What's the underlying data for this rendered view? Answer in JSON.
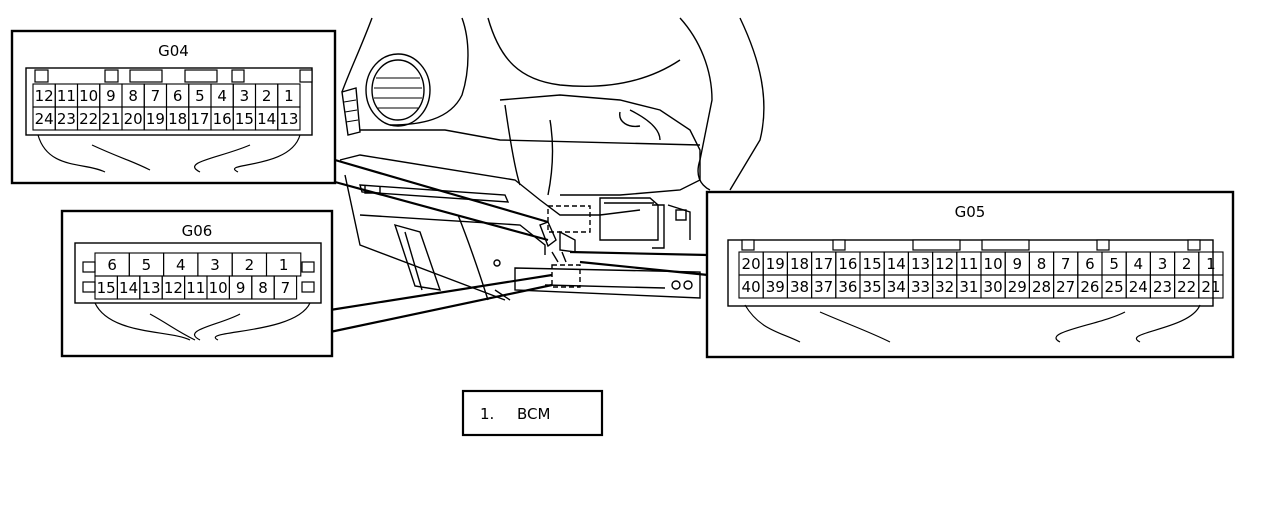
{
  "connectors": {
    "g04": {
      "title": "G04",
      "top_row": [
        "12",
        "11",
        "10",
        "9",
        "8",
        "7",
        "6",
        "5",
        "4",
        "3",
        "2",
        "1"
      ],
      "bottom_row": [
        "24",
        "23",
        "22",
        "21",
        "20",
        "19",
        "18",
        "17",
        "16",
        "15",
        "14",
        "13"
      ]
    },
    "g06": {
      "title": "G06",
      "top_row": [
        "6",
        "5",
        "4",
        "3",
        "2",
        "1"
      ],
      "bottom_row": [
        "15",
        "14",
        "13",
        "12",
        "11",
        "10",
        "9",
        "8",
        "7"
      ]
    },
    "g05": {
      "title": "G05",
      "top_row": [
        "20",
        "19",
        "18",
        "17",
        "16",
        "15",
        "14",
        "13",
        "12",
        "11",
        "10",
        "9",
        "8",
        "7",
        "6",
        "5",
        "4",
        "3",
        "2",
        "1"
      ],
      "bottom_row": [
        "40",
        "39",
        "38",
        "37",
        "36",
        "35",
        "34",
        "33",
        "32",
        "31",
        "30",
        "29",
        "28",
        "27",
        "26",
        "25",
        "24",
        "23",
        "22",
        "21"
      ]
    }
  },
  "legend": {
    "number": "1.",
    "label": "BCM"
  }
}
